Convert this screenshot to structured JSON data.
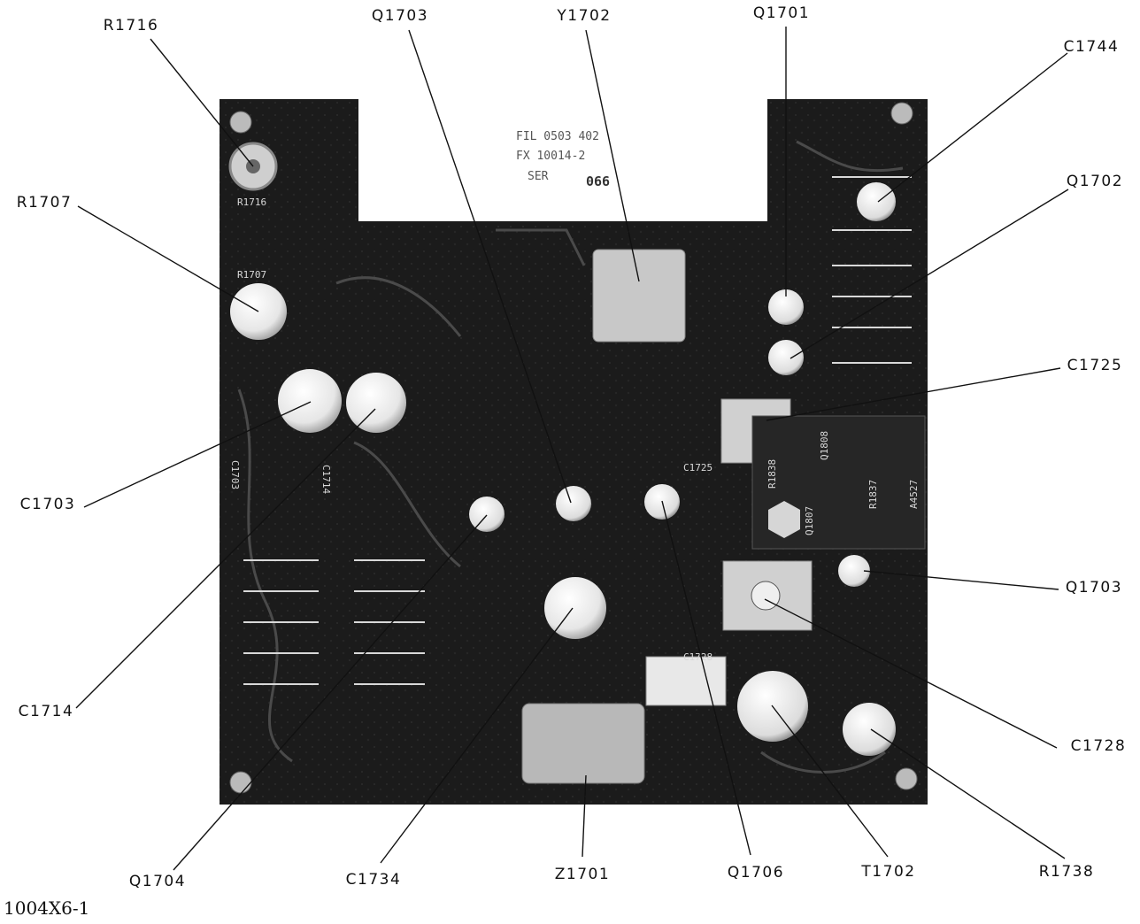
{
  "figure_number": "1004X6-1",
  "module_label": {
    "line1": "FIL 0503 402",
    "line2": "FX 10014-2",
    "line3": "SER",
    "serial": "066"
  },
  "silkscreen": [
    "R1716",
    "R1707",
    "C1703",
    "C1714",
    "C1725",
    "C1728",
    "R1838",
    "Q1807",
    "Q1808",
    "R1837",
    "A4527"
  ],
  "callouts": [
    {
      "id": "R1716",
      "label": "R1716"
    },
    {
      "id": "Q1703-top",
      "label": "Q1703"
    },
    {
      "id": "Y1702",
      "label": "Y1702"
    },
    {
      "id": "Q1701",
      "label": "Q1701"
    },
    {
      "id": "C1744",
      "label": "C1744"
    },
    {
      "id": "R1707",
      "label": "R1707"
    },
    {
      "id": "Q1702",
      "label": "Q1702"
    },
    {
      "id": "C1725",
      "label": "C1725"
    },
    {
      "id": "C1703",
      "label": "C1703"
    },
    {
      "id": "Q1703-right",
      "label": "Q1703"
    },
    {
      "id": "C1714",
      "label": "C1714"
    },
    {
      "id": "C1728",
      "label": "C1728"
    },
    {
      "id": "Q1704",
      "label": "Q1704"
    },
    {
      "id": "C1734",
      "label": "C1734"
    },
    {
      "id": "Z1701",
      "label": "Z1701"
    },
    {
      "id": "Q1706",
      "label": "Q1706"
    },
    {
      "id": "T1702",
      "label": "T1702"
    },
    {
      "id": "R1738",
      "label": "R1738"
    }
  ]
}
